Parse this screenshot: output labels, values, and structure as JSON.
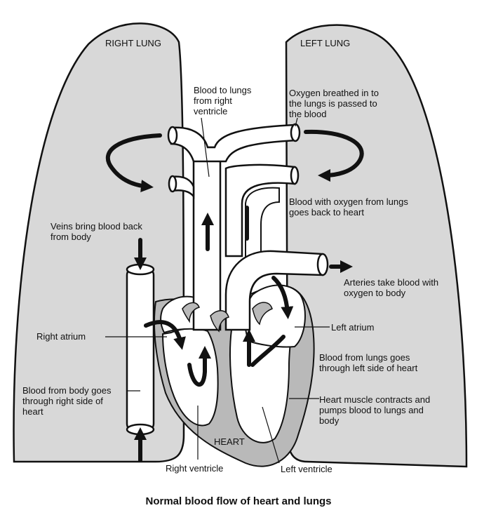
{
  "title": "Normal blood flow of heart and lungs",
  "colors": {
    "lung_fill": "#d8d8d8",
    "heart_muscle": "#b9b9b9",
    "outline": "#111111",
    "vessel": "#ffffff"
  },
  "labels": {
    "right_lung": "RIGHT LUNG",
    "left_lung": "LEFT LUNG",
    "heart": "HEART",
    "blood_to_lungs": [
      "Blood to lungs",
      "from right",
      "ventricle"
    ],
    "oxygen_breathed": [
      "Oxygen breathed in to",
      "the lungs is passed to",
      "the blood"
    ],
    "blood_with_oxygen": [
      "Blood with oxygen from lungs",
      "goes back to heart"
    ],
    "veins_bring": [
      "Veins bring blood back",
      "from body"
    ],
    "arteries_take": [
      "Arteries take blood with",
      "oxygen to body"
    ],
    "right_atrium": "Right atrium",
    "left_atrium": "Left atrium",
    "blood_from_lungs": [
      "Blood from lungs goes",
      "through left side of heart"
    ],
    "blood_from_body": [
      "Blood from body goes",
      "through right side of",
      "heart"
    ],
    "heart_muscle": [
      "Heart muscle contracts and",
      "pumps blood to lungs and",
      "body"
    ],
    "right_ventricle": "Right ventricle",
    "left_ventricle": "Left ventricle"
  }
}
